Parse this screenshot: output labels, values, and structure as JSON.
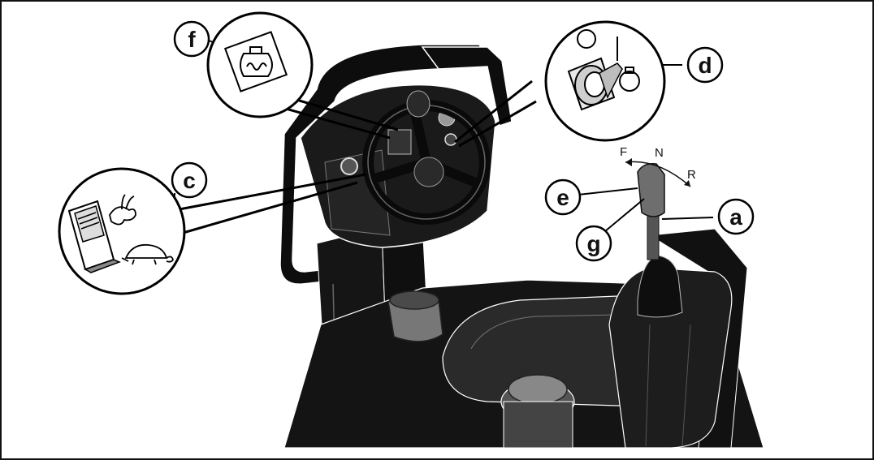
{
  "figure": {
    "frame_color": "#111111",
    "machine_color": "#161616",
    "highlight_color": "#6a6a6a"
  },
  "callouts": [
    {
      "id": "a",
      "label": "a",
      "part": "travel-lever"
    },
    {
      "id": "c",
      "label": "c",
      "part": "speed-range-switch"
    },
    {
      "id": "d",
      "label": "d",
      "part": "ignition-key-switch"
    },
    {
      "id": "e",
      "label": "e",
      "part": "lever-button"
    },
    {
      "id": "f",
      "label": "f",
      "part": "glow-plug-indicator"
    },
    {
      "id": "g",
      "label": "g",
      "part": "lever-trigger"
    }
  ],
  "directions": {
    "forward": "F",
    "neutral": "N",
    "reverse": "R"
  },
  "icons": [
    "rabbit-icon",
    "turtle-icon",
    "glow-plug-icon",
    "key-switch-icon"
  ]
}
